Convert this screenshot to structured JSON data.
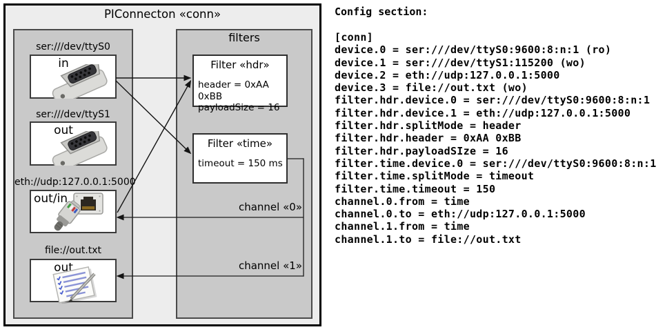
{
  "diagram": {
    "title": "PIConnecton «conn»",
    "colors": {
      "outer_fill": "#ededed",
      "group_fill": "#c9c9c9",
      "box_fill": "#ffffff",
      "line": "#141414"
    },
    "devices_group": {
      "devices": [
        {
          "label": "ser:///dev/ttyS0",
          "port": "in",
          "icon": "serial-connector-icon"
        },
        {
          "label": "ser:///dev/ttyS1",
          "port": "out",
          "icon": "serial-connector-icon"
        },
        {
          "label": "eth://udp:127.0.0.1:5000",
          "port": "out/in",
          "icon": "ethernet-connector-icon"
        },
        {
          "label": "file://out.txt",
          "port": "out",
          "icon": "notepad-icon"
        }
      ]
    },
    "filters_group": {
      "label": "filters",
      "filters": [
        {
          "title": "Filter «hdr»",
          "attributes": [
            "header = 0xAA 0xBB",
            "payloadSize = 16"
          ]
        },
        {
          "title": "Filter «time»",
          "attributes": [
            "timeout = 150 ms"
          ]
        }
      ]
    },
    "channels": [
      {
        "label": "channel «0»"
      },
      {
        "label": "channel «1»"
      }
    ]
  },
  "config": {
    "heading": "Config section:",
    "lines": [
      "[conn]",
      "device.0 = ser:///dev/ttyS0:9600:8:n:1 (ro)",
      "device.1 = ser:///dev/ttyS1:115200 (wo)",
      "device.2 = eth://udp:127.0.0.1:5000",
      "device.3 = file://out.txt (wo)",
      "filter.hdr.device.0 = ser:///dev/ttyS0:9600:8:n:1",
      "filter.hdr.device.1 = eth://udp:127.0.0.1:5000",
      "filter.hdr.splitMode = header",
      "filter.hdr.header = 0xAA 0xBB",
      "filter.hdr.payloadSIze = 16",
      "filter.time.device.0 = ser:///dev/ttyS0:9600:8:n:1",
      "filter.time.splitMode = timeout",
      "filter.time.timeout = 150",
      "channel.0.from = time",
      "channel.0.to = eth://udp:127.0.0.1:5000",
      "channel.1.from = time",
      "channel.1.to = file://out.txt"
    ]
  }
}
